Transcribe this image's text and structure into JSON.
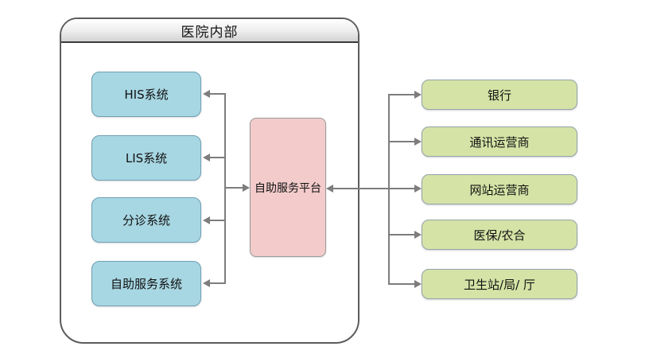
{
  "diagram": {
    "type": "architecture-block-diagram",
    "hospital_group": {
      "title": "医院内部",
      "systems": [
        {
          "label": "HIS系统"
        },
        {
          "label": "LIS系统"
        },
        {
          "label": "分诊系统"
        },
        {
          "label": "自助服务系统"
        }
      ]
    },
    "platform": {
      "label": "自助服务平台"
    },
    "external_entities": [
      {
        "label": "银行"
      },
      {
        "label": "通讯运营商"
      },
      {
        "label": "网站运营商"
      },
      {
        "label": "医保/农合"
      },
      {
        "label": "卫生站/局/ 厅"
      }
    ],
    "relations": [
      "自助服务平台 -> HIS系统",
      "自助服务平台 -> LIS系统",
      "自助服务平台 -> 分诊系统",
      "自助服务平台 -> 自助服务系统",
      "内部汇流 -> 自助服务平台",
      "外部汇流 -> 自助服务平台",
      "自助服务平台 -> 银行",
      "自助服务平台 -> 通讯运营商",
      "自助服务平台 -> 网站运营商",
      "自助服务平台 -> 医保/农合",
      "自助服务平台 -> 卫生站/局/ 厅"
    ]
  },
  "colors": {
    "blue-fill": "#a7d7e3",
    "blue-border": "#6f9fb2",
    "pink-fill": "#f2cbca",
    "pink-border": "#9a9a9a",
    "green-fill": "#d5e3a6",
    "green-border": "#95a3ab",
    "line": "#7d7d7d",
    "frame": "#5c5c5c"
  }
}
